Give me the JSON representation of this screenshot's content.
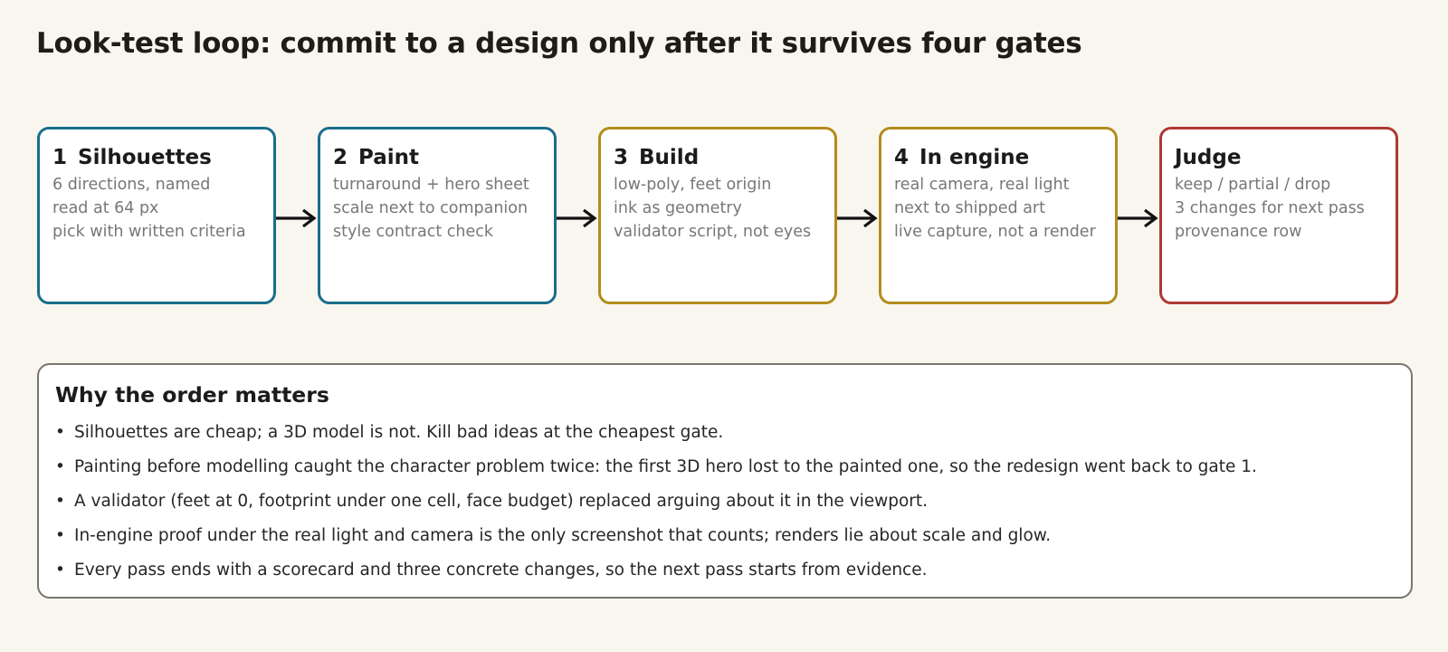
{
  "title": "Look-test loop: commit to a design only after it survives four gates",
  "steps": [
    {
      "number": "1",
      "label": "Silhouettes",
      "color": "#1a6d8a",
      "lines": [
        "6 directions, named",
        "read at 64 px",
        "pick with written criteria"
      ]
    },
    {
      "number": "2",
      "label": "Paint",
      "color": "#1a6d8a",
      "lines": [
        "turnaround + hero sheet",
        "scale next to companion",
        "style contract check"
      ]
    },
    {
      "number": "3",
      "label": "Build",
      "color": "#b38c1c",
      "lines": [
        "low-poly, feet origin",
        "ink as geometry",
        "validator script, not eyes"
      ]
    },
    {
      "number": "4",
      "label": "In engine",
      "color": "#b38c1c",
      "lines": [
        "real camera, real light",
        "next to shipped art",
        "live capture, not a render"
      ]
    },
    {
      "number": "",
      "label": "Judge",
      "color": "#ad3a34",
      "lines": [
        "keep / partial / drop",
        "3 changes for next pass",
        "provenance row"
      ]
    }
  ],
  "notes": {
    "title": "Why the order matters",
    "items": [
      "Silhouettes are cheap; a 3D model is not. Kill bad ideas at the cheapest gate.",
      "Painting before modelling caught the character problem twice: the first 3D hero lost to the painted one, so the redesign went back to gate 1.",
      "A validator (feet at 0, footprint under one cell, face budget) replaced arguing about it in the viewport.",
      "In-engine proof under the real light and camera is the only screenshot that counts; renders lie about scale and glow.",
      "Every pass ends with a scorecard and three concrete changes, so the next pass starts from evidence."
    ]
  }
}
